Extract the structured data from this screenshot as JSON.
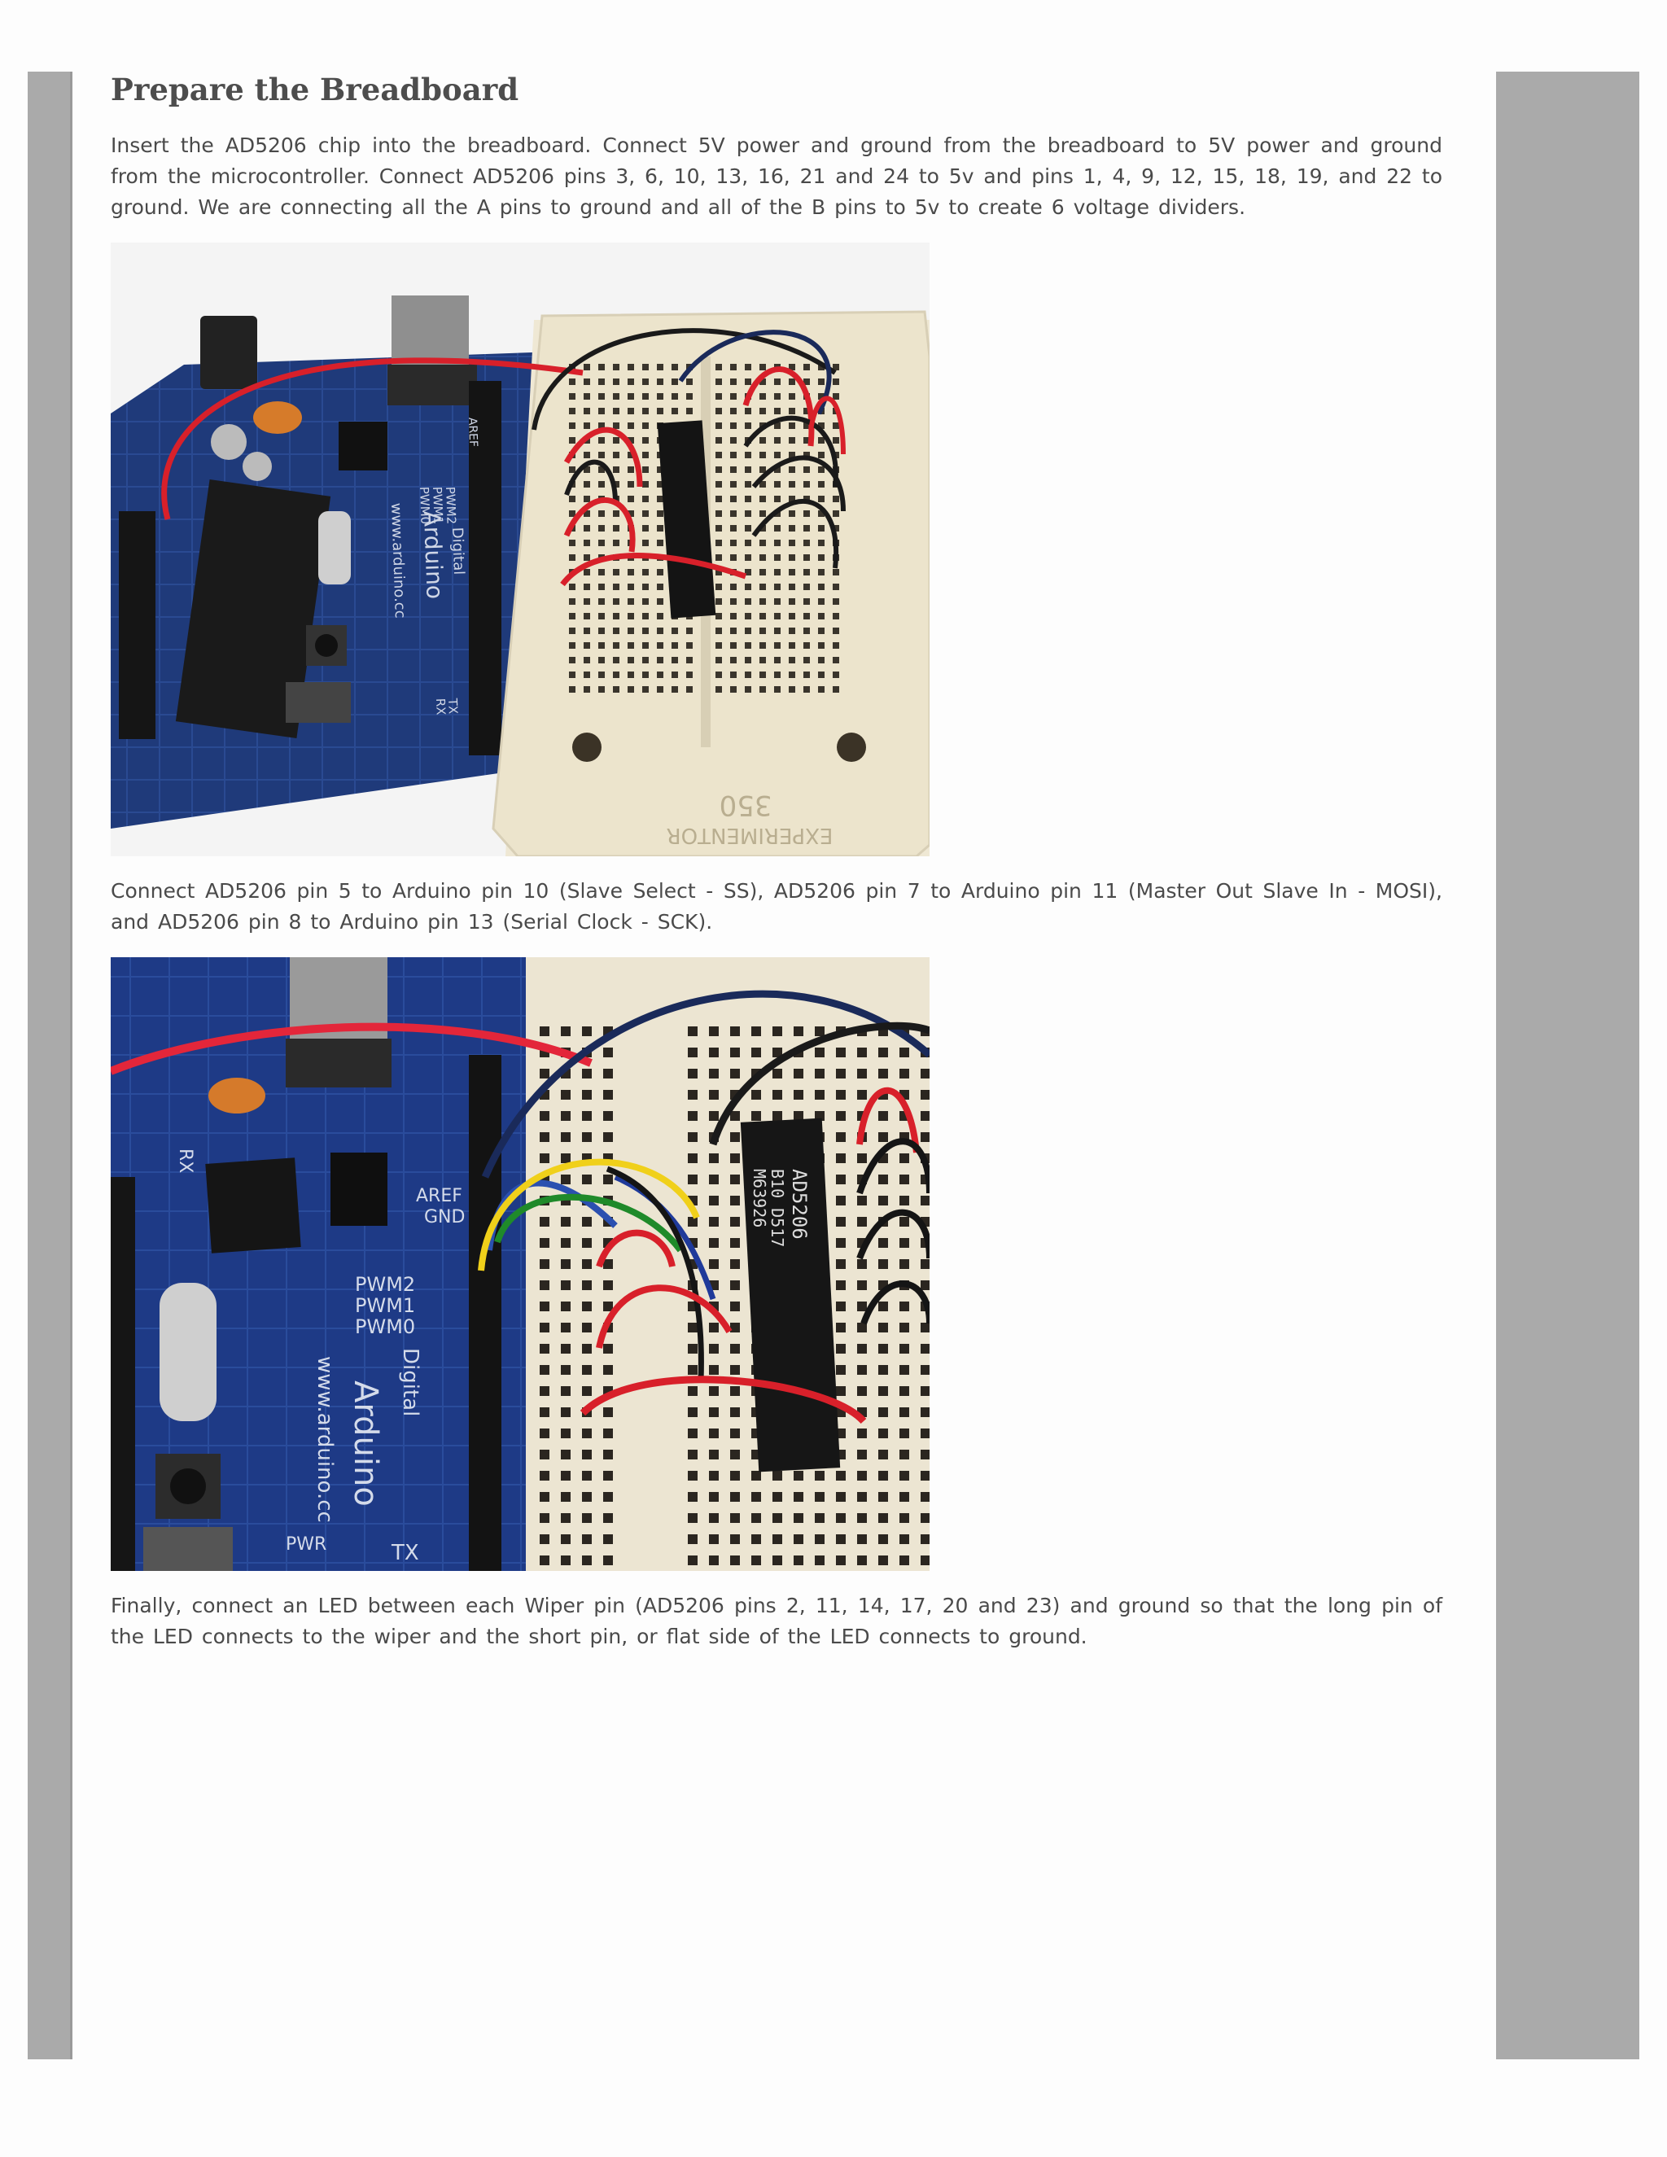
{
  "title": "Prepare the Breadboard",
  "paragraphs": {
    "p1": "Insert the AD5206 chip into the breadboard. Connect 5V power and ground from the breadboard to 5V power and ground from the microcontroller. Connect AD5206 pins 3, 6, 10, 13, 16, 21 and 24 to 5v and pins 1, 4, 9, 12, 15, 18, 19, and 22 to ground. We are connecting all the A pins to ground and all of the B pins to 5v to create 6 voltage dividers.",
    "p2": "Connect AD5206 pin 5 to Arduino pin 10 (Slave Select - SS), AD5206 pin 7 to Arduino pin 11 (Master Out Slave In - MOSI), and AD5206 pin 8 to Arduino pin 13 (Serial Clock - SCK).",
    "p3": "Finally, connect an LED between each Wiper pin (AD5206 pins 2, 11, 14, 17, 20 and 23) and ground so that the long pin of the LED connects to the wiper and the short pin, or flat side of the LED connects to ground."
  },
  "photo1": {
    "board_text": "Arduino",
    "board_url": "www.arduino.cc",
    "breadboard_text": "EXPERIMENTOR",
    "breadboard_number": "350",
    "labels": [
      "Digital",
      "AREF",
      "PWM2",
      "PWM1",
      "PWM0",
      "TX",
      "RX"
    ]
  },
  "photo2": {
    "board_text": "Arduino",
    "board_url": "www.arduino.cc",
    "chip_text": [
      "AD5206",
      "B10 D517",
      "M63926"
    ],
    "labels": [
      "Digital",
      "AREF",
      "GND",
      "PWM2",
      "PWM1",
      "PWM0",
      "PWR",
      "TX",
      "RX"
    ]
  },
  "colors": {
    "sidebar": "#aaaaaa",
    "text": "#4a4a4a",
    "board_blue": "#1f3a7a",
    "breadboard": "#efe8d4",
    "wire_red": "#d8202a",
    "wire_black": "#1a1a1a"
  }
}
